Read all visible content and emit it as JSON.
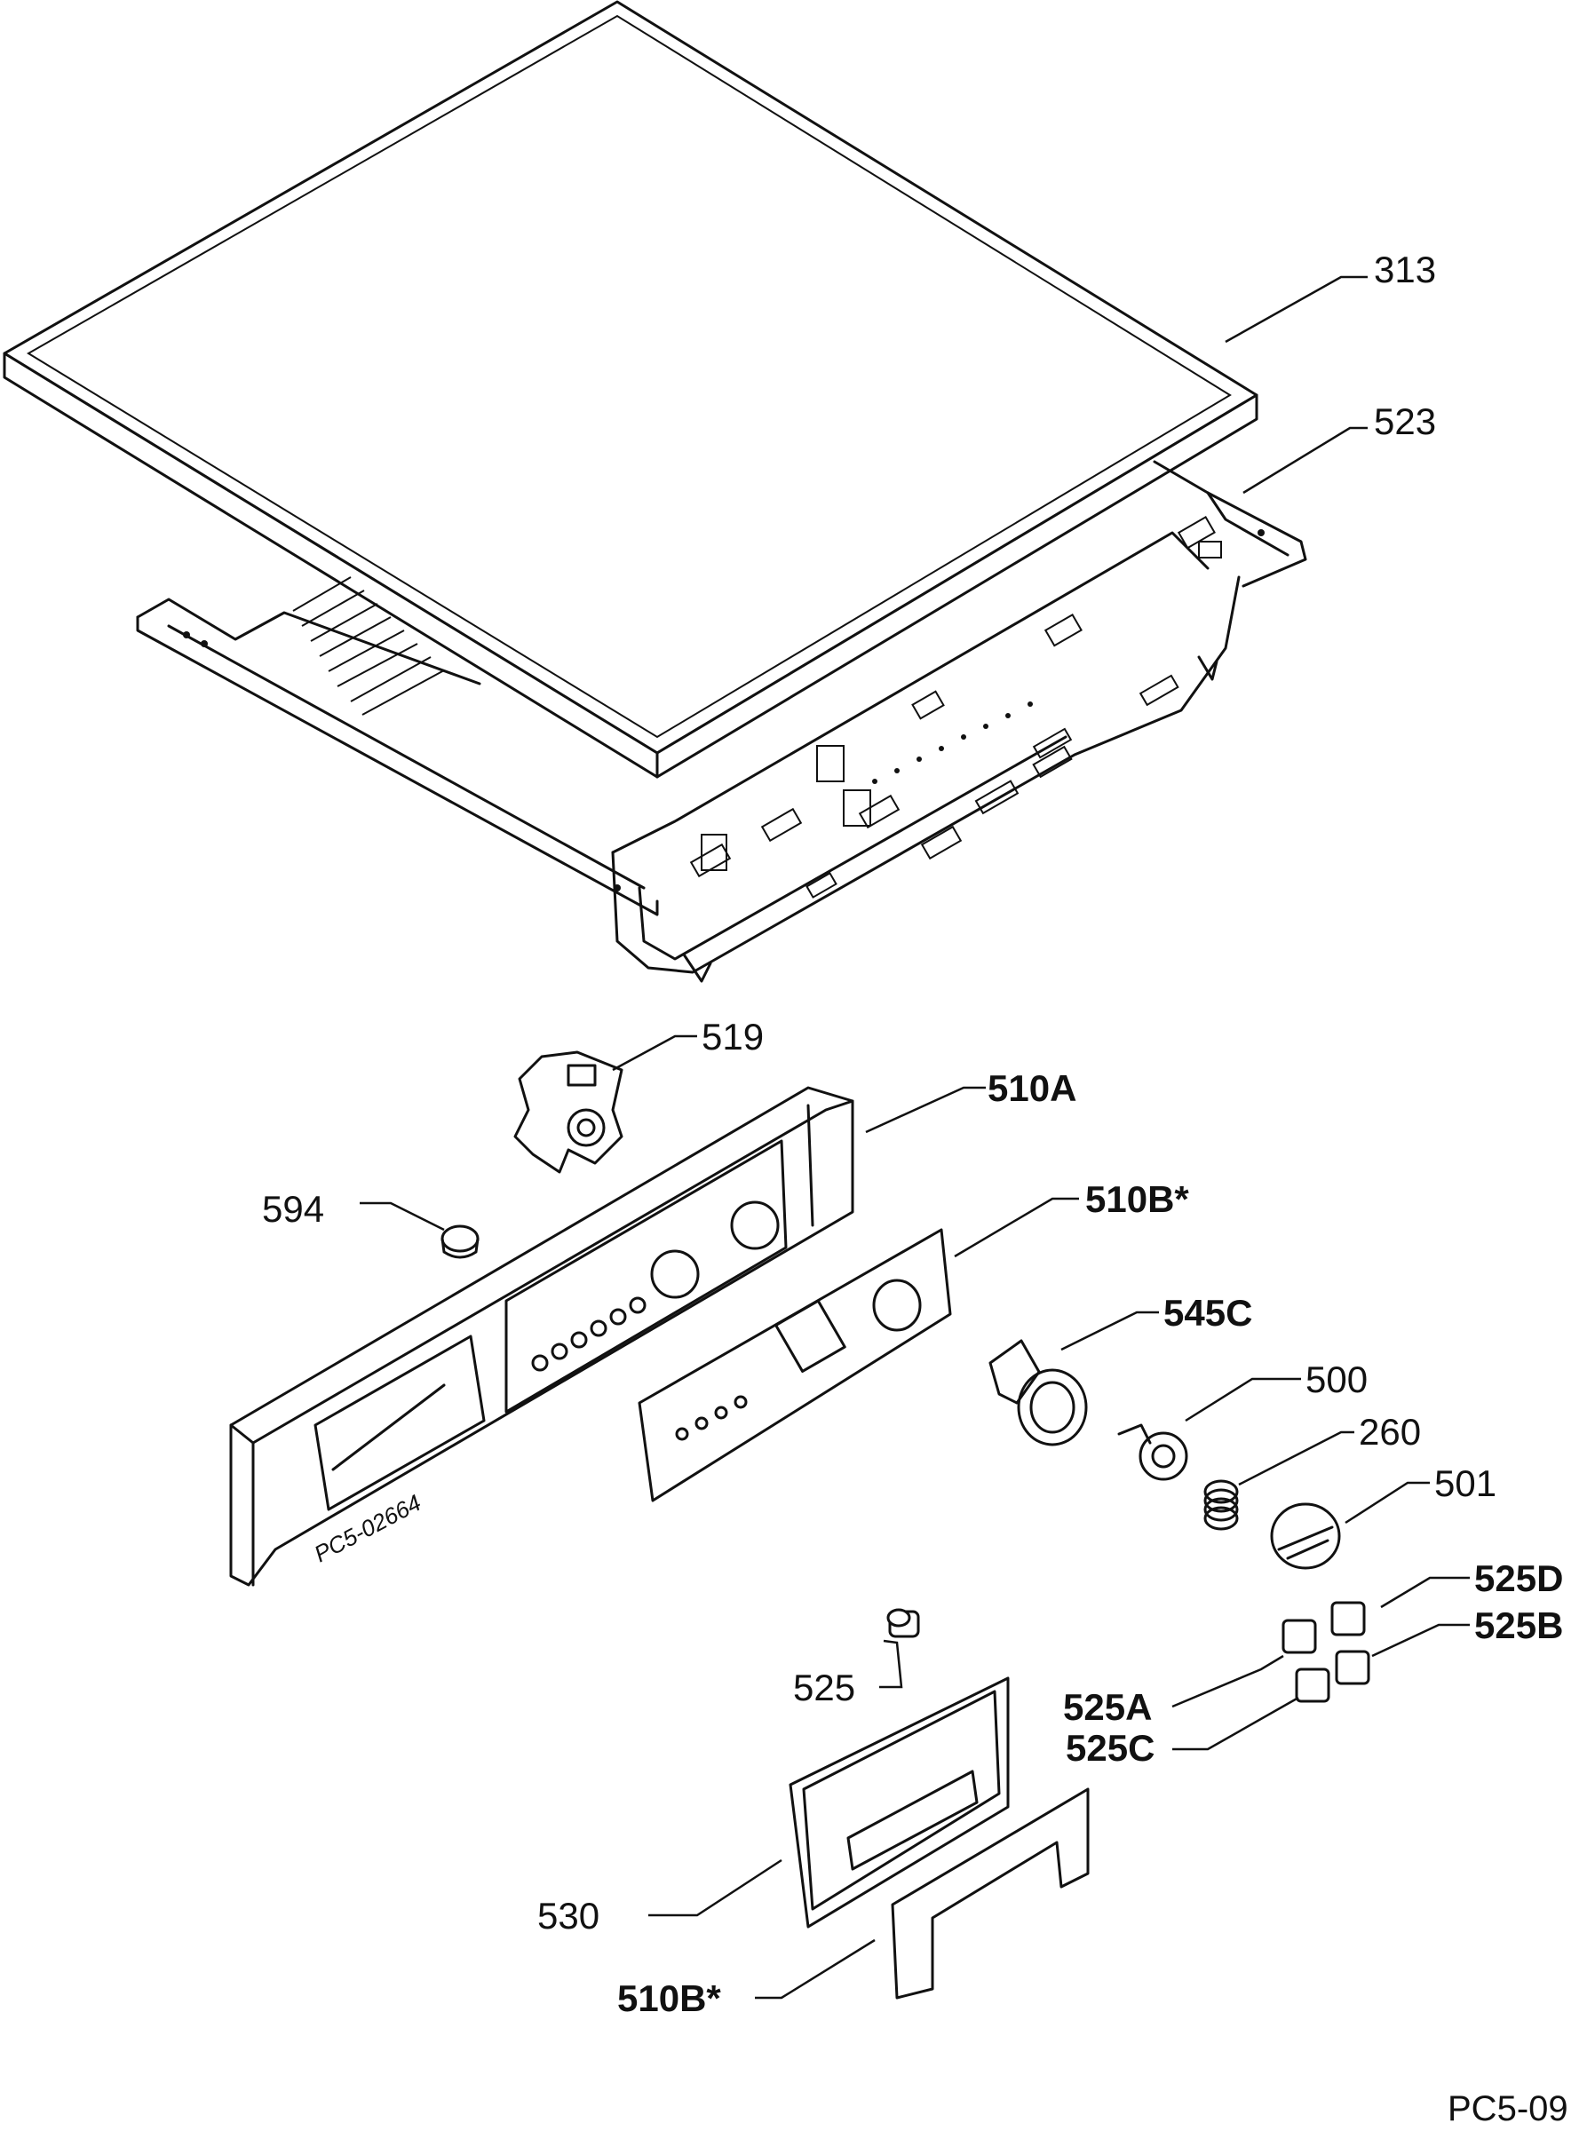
{
  "diagram": {
    "labels": {
      "p313": "313",
      "p523": "523",
      "p519": "519",
      "p510A": "510A",
      "p594": "594",
      "p510B_top": "510B*",
      "p545C": "545C",
      "p500": "500",
      "p260": "260",
      "p501": "501",
      "p525D": "525D",
      "p525B": "525B",
      "p525A": "525A",
      "p525C": "525C",
      "p525": "525",
      "p530": "530",
      "p510B_bottom": "510B*"
    },
    "panel_stamp": "PC5-02664",
    "sheet_code": "PC5-09"
  }
}
